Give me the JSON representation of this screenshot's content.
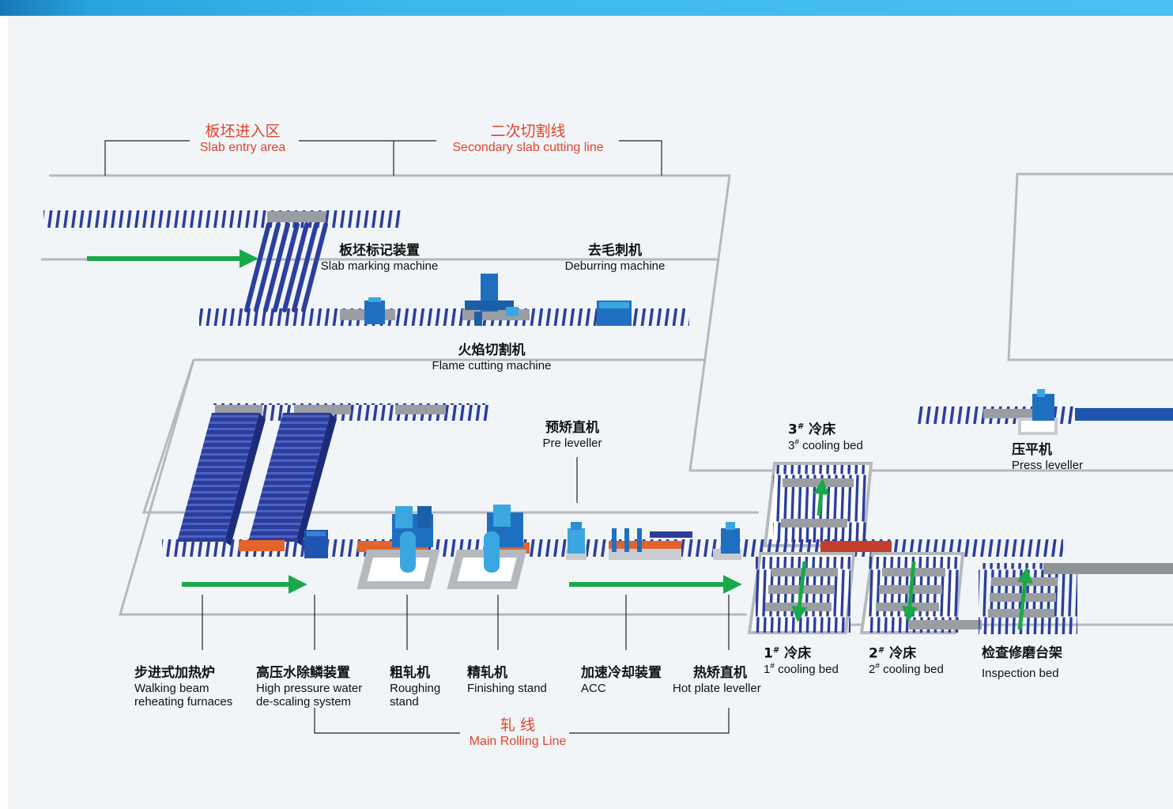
{
  "areas": {
    "slab_entry": {
      "zh": "板坯进入区",
      "en": "Slab entry area"
    },
    "secondary_cutting": {
      "zh": "二次切割线",
      "en": "Secondary slab cutting line"
    },
    "main_rolling": {
      "zh": "轧 线",
      "en": "Main Rolling Line"
    }
  },
  "equipment": {
    "slab_marking": {
      "zh": "板坯标记装置",
      "en": "Slab marking machine"
    },
    "deburring": {
      "zh": "去毛刺机",
      "en": "Deburring machine"
    },
    "flame_cutting": {
      "zh": "火焰切割机",
      "en": "Flame cutting machine"
    },
    "pre_leveller": {
      "zh": "预矫直机",
      "en": "Pre leveller"
    },
    "cooling_bed_3": {
      "num": "3",
      "mark": "#",
      "zh": "冷床",
      "en": "cooling bed"
    },
    "press_leveller": {
      "zh": "压平机",
      "en": "Press leveller"
    },
    "furnaces": {
      "zh": "步进式加热炉",
      "en1": "Walking beam",
      "en2": "reheating furnaces"
    },
    "descaling": {
      "zh": "高压水除鳞装置",
      "en1": "High pressure water",
      "en2": "de-scaling system"
    },
    "roughing": {
      "zh": "粗轧机",
      "en1": "Roughing",
      "en2": "stand"
    },
    "finishing": {
      "zh": "精轧机",
      "en": "Finishing stand"
    },
    "acc": {
      "zh": "加速冷却装置",
      "en": "ACC"
    },
    "hot_leveller": {
      "zh": "热矫直机",
      "en": "Hot plate leveller"
    },
    "cooling_bed_1": {
      "num": "1",
      "mark": "#",
      "zh": "冷床",
      "en": "cooling bed"
    },
    "cooling_bed_2": {
      "num": "2",
      "mark": "#",
      "zh": "冷床",
      "en": "cooling bed"
    },
    "inspection": {
      "zh": "检查修磨台架",
      "en": "Inspection bed"
    }
  },
  "colors": {
    "roller": "#2b3f9e",
    "machine": "#1f6fc0",
    "machine_light": "#3aa7e0",
    "flow_arrow": "#19a84a",
    "slab": "#e2642a",
    "hot_slab": "#c2402b",
    "outline": "#b5b9be",
    "title_red": "#e2432c"
  }
}
